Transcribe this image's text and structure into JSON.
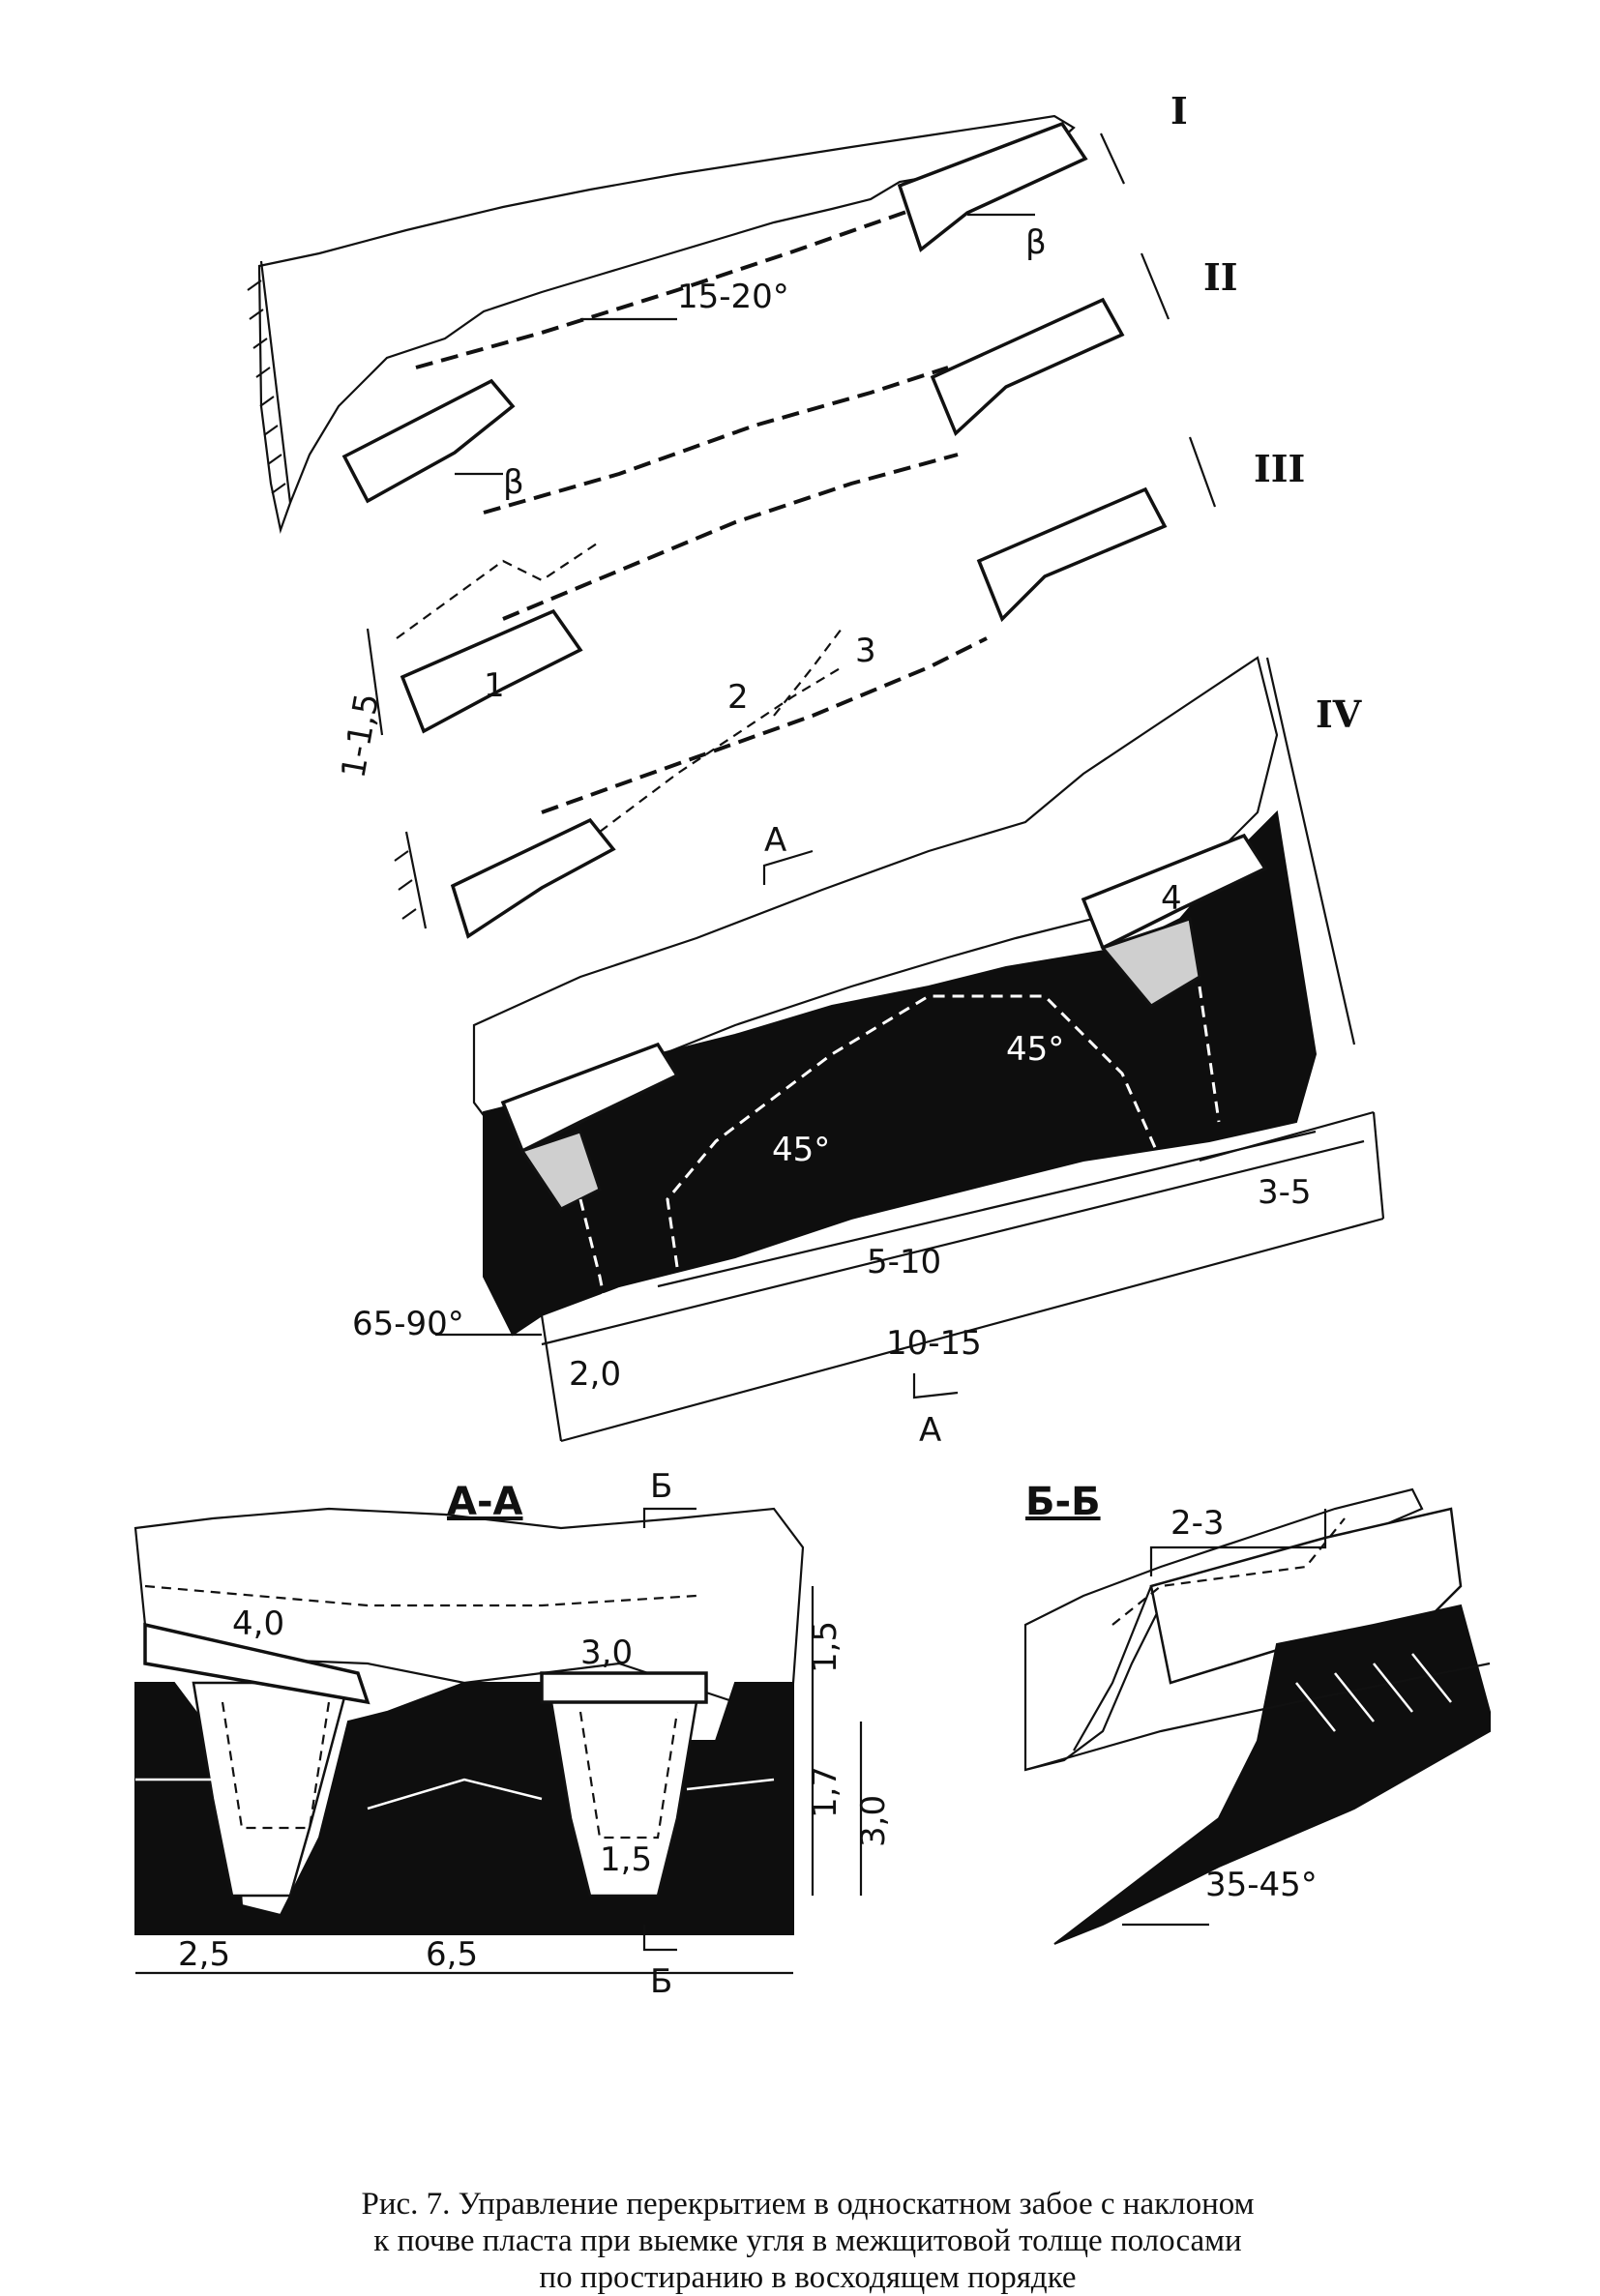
{
  "figure": {
    "stage_labels": [
      "I",
      "II",
      "III",
      "IV"
    ],
    "shield_numbers": [
      "1",
      "2",
      "3",
      "4"
    ],
    "angles": {
      "roof_slope": "15-20°",
      "beta_top": "β",
      "beta_left": "β",
      "wall_incline": "65-90°",
      "cut_left": "45°",
      "cut_right": "45°"
    },
    "dimensions": {
      "step": "1-1,5",
      "strip_top": "3-5",
      "strip_mid": "5-10",
      "strip_bottom": "10-15",
      "edge": "2,0"
    },
    "section_aa": {
      "title": "А-А",
      "marker_top": "А",
      "marker_bottom": "А",
      "shield_left": "4,0",
      "shield_right": "3,0",
      "roof_h": "1,5",
      "pit_h": "1,7",
      "total_h": "3,0",
      "pit_w": "1,5",
      "width_left": "2,5",
      "width_right": "6,5"
    },
    "section_bb": {
      "title": "Б-Б",
      "marker_top": "Б",
      "marker_bottom": "Б",
      "top_width": "2-3",
      "dip_angle": "35-45°"
    }
  },
  "caption": {
    "line1": "Рис. 7. Управление перекрытием в односкатном забое с наклоном",
    "line2": "к почве пласта при выемке угля в межщитовой толще полосами",
    "line3": "по простиранию в восходящем порядке"
  }
}
